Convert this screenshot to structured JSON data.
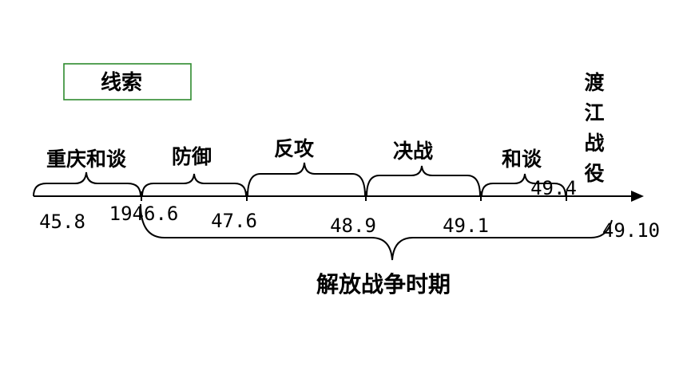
{
  "title_box": {
    "label": "线索",
    "border_color": "#2e8b2e"
  },
  "stages": [
    "重庆和谈",
    "防御",
    "反攻",
    "决战",
    "和谈"
  ],
  "vertical_label": [
    "渡",
    "江",
    "战",
    "役"
  ],
  "dates": {
    "d1": "45.8",
    "d2": "1946.6",
    "d3": "47.6",
    "d4": "48.9",
    "d5": "49.1",
    "d6": "49.4",
    "d7": "49.10"
  },
  "period_label": "解放战争时期",
  "colors": {
    "line": "#000000",
    "text": "#000000"
  }
}
